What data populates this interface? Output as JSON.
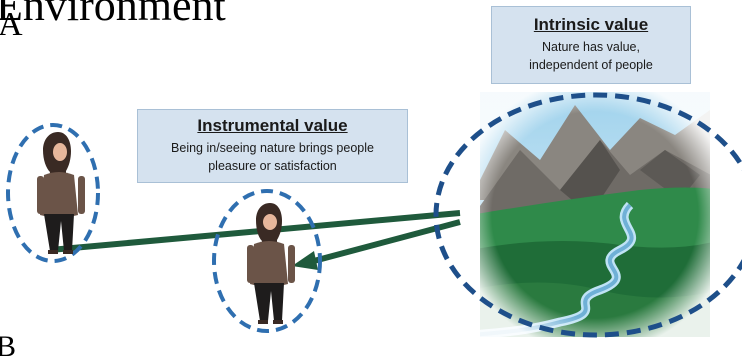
{
  "page": {
    "heading_fragment": "Environment",
    "letter_fragment": "A",
    "bottom_fragment": "B"
  },
  "instrumental": {
    "title": "Instrumental value",
    "line1": "Being in/seeing nature brings people",
    "line2": "pleasure or satisfaction"
  },
  "intrinsic": {
    "title": "Intrinsic value",
    "line1": "Nature has value,",
    "line2": "independent of people"
  },
  "colors": {
    "arrow": "#1f5a3c",
    "dashed_circle": "#2f6fb0",
    "label_box": "#d5e2ef"
  }
}
